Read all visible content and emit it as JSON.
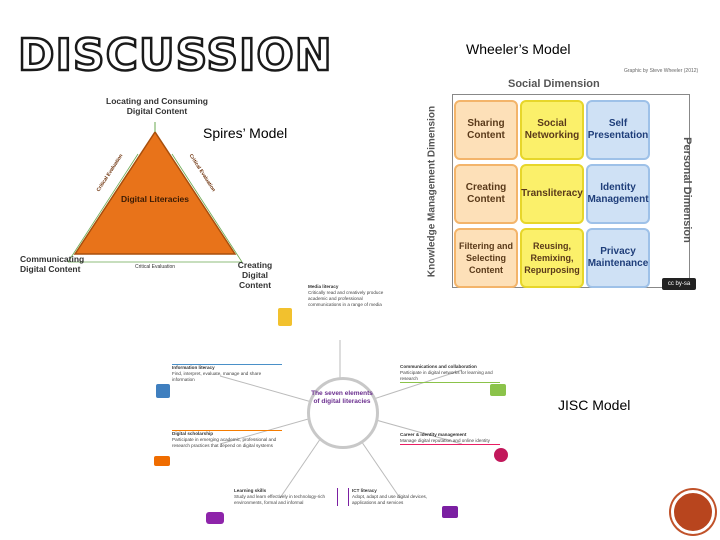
{
  "slide": {
    "title": "DISCUSSION",
    "caption_wheeler": "Wheeler’s Model",
    "caption_spires": "Spires’ Model",
    "caption_jisc": "JISC Model"
  },
  "spires": {
    "top_label": "Locating and Consuming Digital Content",
    "bottom_left_label": "Communicating Digital Content",
    "bottom_right_label": "Creating Digital Content",
    "center_label": "Digital Literacies",
    "left_edge_label": "Critical Evaluation",
    "right_edge_label": "Critical Evaluation",
    "bottom_edge_label": "Critical Evaluation",
    "colors": {
      "triangle": "#e8731a"
    }
  },
  "wheeler": {
    "credit": "Graphic by Steve Wheeler (2012)",
    "top_dimension": "Social Dimension",
    "left_dimension": "Knowledge Management Dimension",
    "right_dimension": "Personal Dimension",
    "cells": [
      "Sharing Content",
      "Social Networking",
      "Self Presentation",
      "Creating Content",
      "Transliteracy",
      "Identity Management",
      "Filtering and Selecting Content",
      "Reusing, Remixing, Repurposing",
      "Privacy Maintenance"
    ],
    "license_badge": "cc by-sa"
  },
  "jisc": {
    "center": "The seven elements of digital literacies",
    "elements": [
      {
        "head": "Media literacy",
        "body": "Critically read and creatively produce academic and professional communications in a range of media"
      },
      {
        "head": "Communications and collaboration",
        "body": "Participate in digital networks for learning and research"
      },
      {
        "head": "Career & identity management",
        "body": "Manage digital reputation and online identity"
      },
      {
        "head": "ICT literacy",
        "body": "Adopt, adapt and use digital devices, applications and services"
      },
      {
        "head": "Learning skills",
        "body": "Study and learn effectively in technology-rich environments, formal and informal"
      },
      {
        "head": "Digital scholarship",
        "body": "Participate in emerging academic, professional and research practices that depend on digital systems"
      },
      {
        "head": "Information literacy",
        "body": "Find, interpret, evaluate, manage and share information"
      }
    ],
    "colors": {
      "center_text": "#6b2f8f",
      "ring": "#c8c8c8"
    }
  }
}
